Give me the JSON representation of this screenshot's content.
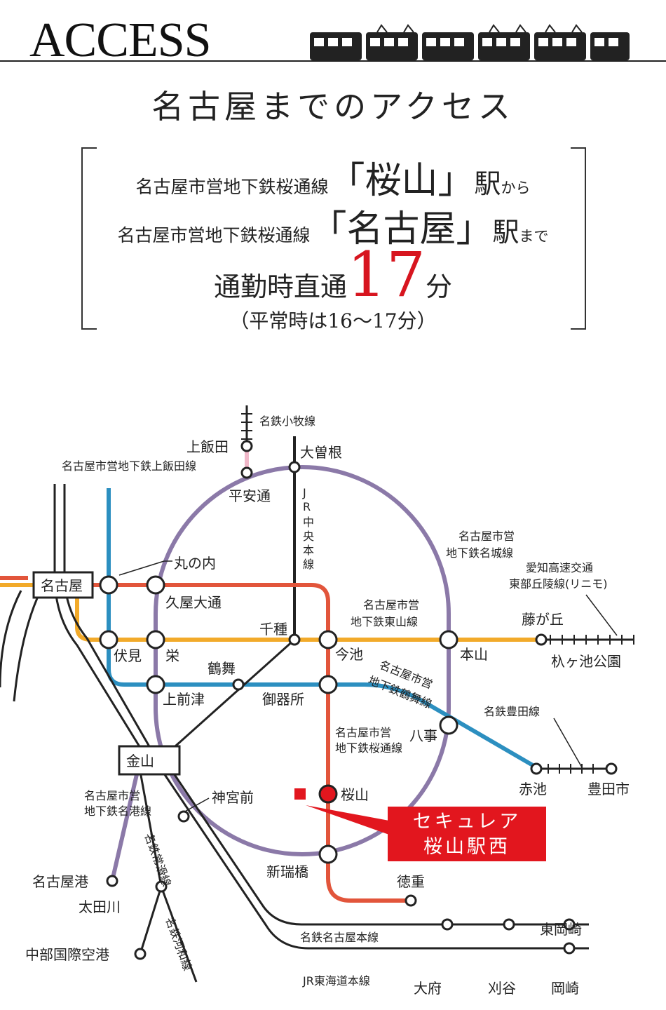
{
  "header": {
    "title": "ACCESS"
  },
  "subtitle": "名古屋までのアクセス",
  "access": {
    "line1_prefix": "名古屋市営地下鉄桜通線",
    "line1_station": "「桜山」",
    "line1_eki": "駅",
    "line1_suffix": "から",
    "line2_prefix": "名古屋市営地下鉄桜通線",
    "line2_station": "「名古屋」",
    "line2_eki": "駅",
    "line2_suffix": "まで",
    "time_label": "通勤時直通",
    "time_value": "17",
    "time_unit": "分",
    "note": "（平常時は16〜17分）"
  },
  "colors": {
    "higashiyama": "#f2aa2a",
    "sakuradori": "#e2553b",
    "meijo": "#8b79a8",
    "tsurumai": "#2c8fc0",
    "kamiiida": "#f0b7c8",
    "meiko": "#8b79a8",
    "jr_rail": "#222222",
    "accent": "#e2161e"
  },
  "lines": {
    "meitetsu_komaki": "名鉄小牧線",
    "kamiiida": "名古屋市営地下鉄上飯田線",
    "jr_chuo": [
      "J",
      "R",
      "中",
      "央",
      "本",
      "線"
    ],
    "meijo": [
      "名古屋市営",
      "地下鉄名城線"
    ],
    "linimo": [
      "愛知高速交通",
      "東部丘陵線(リニモ)"
    ],
    "higashiyama": [
      "名古屋市営",
      "地下鉄東山線"
    ],
    "tsurumai": [
      "名古屋市営",
      "地下鉄鶴舞線"
    ],
    "sakuradori": [
      "名古屋市営",
      "地下鉄桜通線"
    ],
    "meitetsu_toyota": "名鉄豊田線",
    "meiko": [
      "名古屋市営",
      "地下鉄名港線"
    ],
    "tokoname": [
      "名鉄常滑線"
    ],
    "kowa": [
      "名鉄河和線"
    ],
    "meitetsu_nagoya": "名鉄名古屋本線",
    "jr_tokaido": "JR東海道本線"
  },
  "stations": {
    "nagoya": "名古屋",
    "kanayama": "金山",
    "kamiiida": "上飯田",
    "heiando": "平安通",
    "ozone": "大曽根",
    "marunouchi": "丸の内",
    "hisaya": "久屋大通",
    "chikusa": "千種",
    "fushimi": "伏見",
    "sakae": "栄",
    "imaike": "今池",
    "motoyama": "本山",
    "fujigaoka": "藤が丘",
    "hanamizuki": "杁ヶ池公園",
    "tsurumai": "鶴舞",
    "kamimaezu": "上前津",
    "gokiso": "御器所",
    "yagoto": "八事",
    "akaike": "赤池",
    "toyotashi": "豊田市",
    "sakurayama": "桜山",
    "jingumae": "神宮前",
    "mizuho": "新瑞橋",
    "tokushige": "徳重",
    "nagoyako": "名古屋港",
    "otagawa": "太田川",
    "airport": "中部国際空港",
    "higashiokazaki": "東岡崎",
    "obu": "大府",
    "kariya": "刈谷",
    "okazaki": "岡崎"
  },
  "property": {
    "line1": "セキュレア",
    "line2": "桜山駅西"
  }
}
